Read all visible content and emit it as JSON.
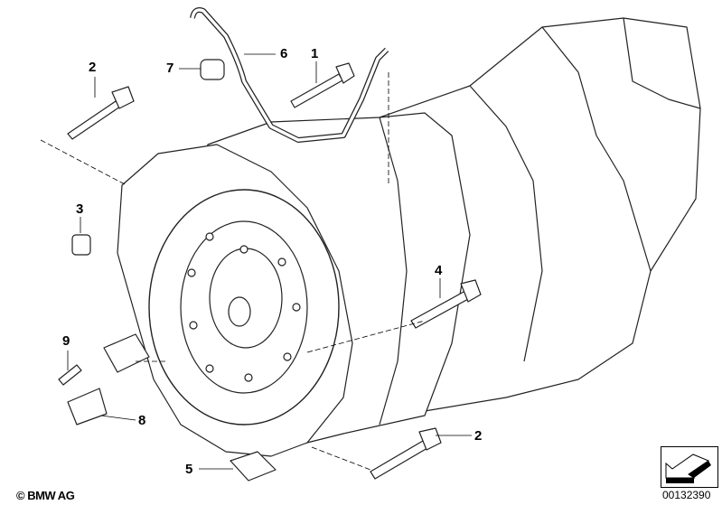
{
  "callouts": [
    {
      "number": "1",
      "part": "bolt"
    },
    {
      "number": "2",
      "part": "bolt-top"
    },
    {
      "number": "3",
      "part": "dowel-sleeve"
    },
    {
      "number": "4",
      "part": "bolt-long"
    },
    {
      "number": "5",
      "part": "cover-pad"
    },
    {
      "number": "6",
      "part": "breather-line"
    },
    {
      "number": "7",
      "part": "hose-clip"
    },
    {
      "number": "8",
      "part": "sensor-connector"
    },
    {
      "number": "9",
      "part": "screw"
    },
    {
      "number": "2",
      "part": "bolt-bottom"
    }
  ],
  "footer": {
    "copyright": "© BMW AG",
    "diagram_code": "00132390"
  },
  "nav_icon": "arrow-down-left-icon"
}
